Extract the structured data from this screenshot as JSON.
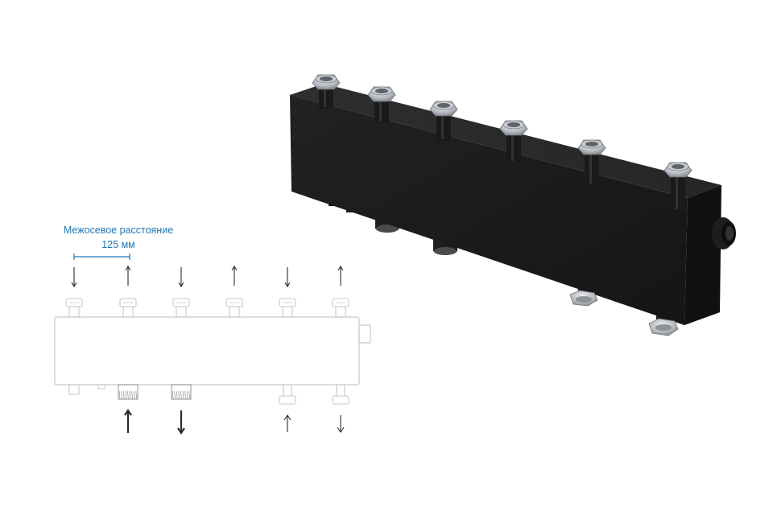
{
  "annotation": {
    "title": "Межосевое расстояние",
    "value": "125 мм"
  },
  "colors": {
    "accent": "#1f78b4",
    "body_dark": "#1b1b1b",
    "line": "#c8c8c8",
    "arrow": "#2b2b2b",
    "fitting": "#b8bcc2"
  },
  "ports": {
    "top": [
      "flow-down",
      "flow-up",
      "flow-down",
      "flow-up",
      "flow-down",
      "flow-up"
    ],
    "bottom": [
      {
        "type": "plug"
      },
      {
        "type": "threaded",
        "flow": "up"
      },
      {
        "type": "threaded",
        "flow": "down"
      },
      {
        "type": "none"
      },
      {
        "type": "nut",
        "flow": "up"
      },
      {
        "type": "nut",
        "flow": "down"
      }
    ]
  },
  "icons": {
    "side_outlet": "side-outlet-icon",
    "product": "manifold-3d-render"
  }
}
